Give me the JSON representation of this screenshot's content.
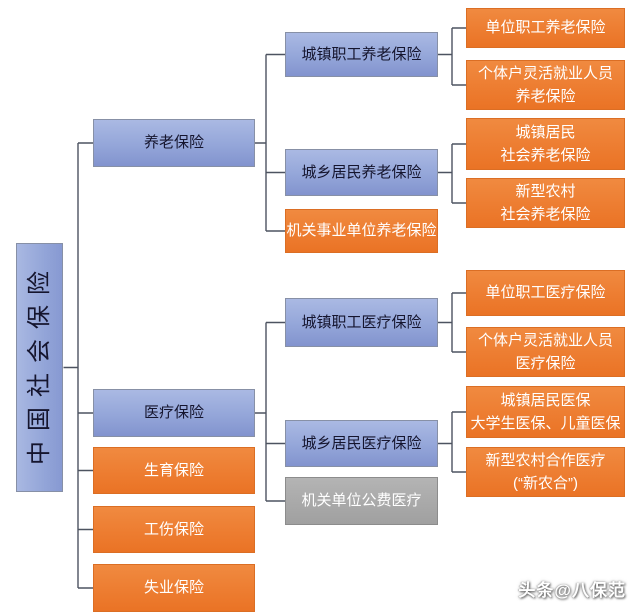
{
  "colors": {
    "node_blue": "#8fa2d6",
    "node_orange": "#ed7d31",
    "node_gray": "#a8a8a8",
    "connector_line": "#4d5360",
    "blue_text": "#15152e",
    "light_text": "#ffffff"
  },
  "tree": {
    "label": "中国社会保险",
    "children": [
      {
        "label": "养老保险",
        "children": [
          {
            "label": "城镇职工养老保险",
            "children": [
              {
                "label": "单位职工养老保险"
              },
              {
                "line1": "个体户灵活就业人员",
                "line2": "养老保险"
              }
            ]
          },
          {
            "label": "城乡居民养老保险",
            "children": [
              {
                "line1": "城镇居民",
                "line2": "社会养老保险"
              },
              {
                "line1": "新型农村",
                "line2": "社会养老保险"
              }
            ]
          },
          {
            "label": "机关事业单位养老保险"
          }
        ]
      },
      {
        "label": "医疗保险",
        "children": [
          {
            "label": "城镇职工医疗保险",
            "children": [
              {
                "label": "单位职工医疗保险"
              },
              {
                "line1": "个体户灵活就业人员",
                "line2": "医疗保险"
              }
            ]
          },
          {
            "label": "城乡居民医疗保险",
            "children": [
              {
                "line1": "城镇居民医保",
                "line2": "大学生医保、儿童医保"
              },
              {
                "line1": "新型农村合作医疗",
                "line2": "(“新农合”)"
              }
            ]
          },
          {
            "label": "机关单位公费医疗"
          }
        ]
      },
      {
        "label": "生育保险"
      },
      {
        "label": "工伤保险"
      },
      {
        "label": "失业保险"
      }
    ]
  },
  "watermark": {
    "text": "头条@八保范"
  }
}
